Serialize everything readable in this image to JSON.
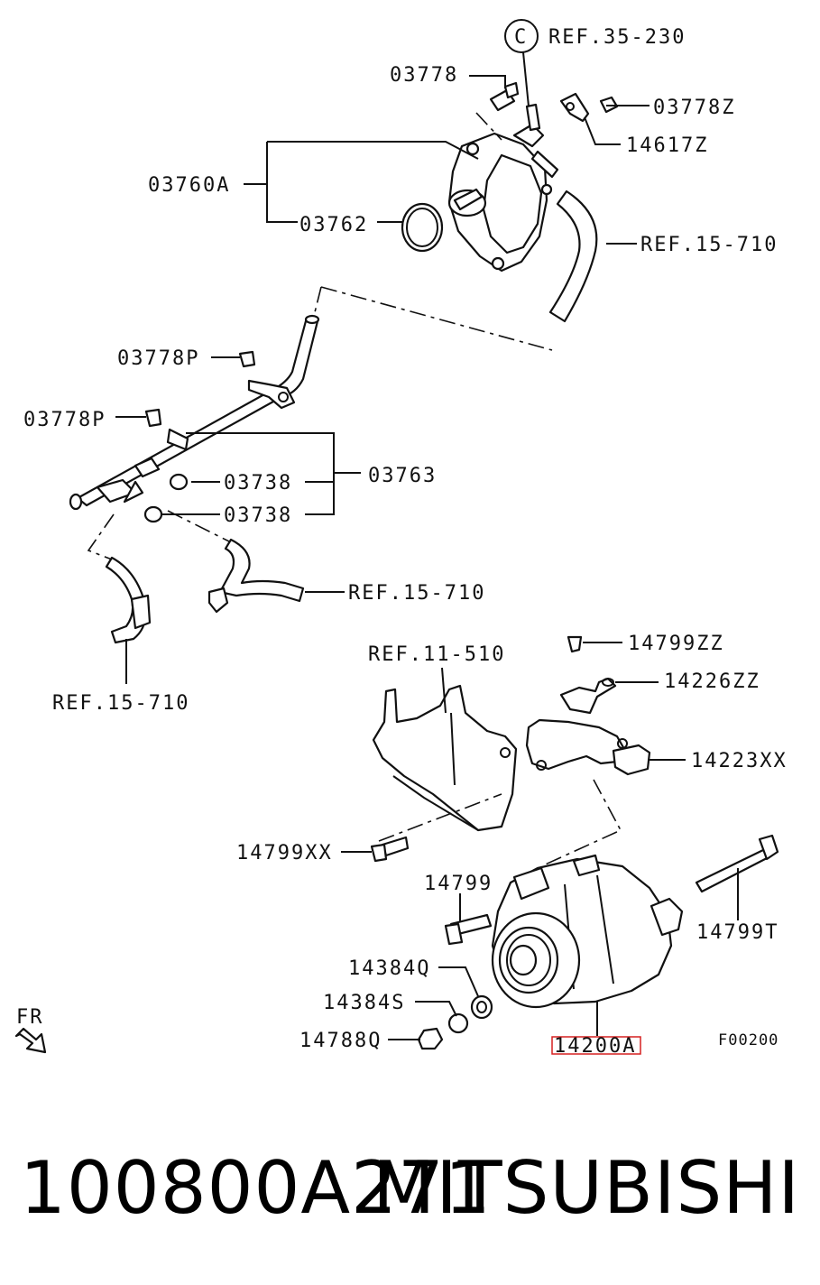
{
  "labels": {
    "ref_35_230": "REF.35-230",
    "circle_c": "C",
    "p03778": "03778",
    "p03778z": "03778Z",
    "p14617z": "14617Z",
    "p03760a": "03760A",
    "p03762": "03762",
    "ref_15_710_top": "REF.15-710",
    "p03778p_1": "03778P",
    "p03778p_2": "03778P",
    "p03738_1": "03738",
    "p03738_2": "03738",
    "p03763": "03763",
    "ref_15_710_mid": "REF.15-710",
    "ref_15_710_left": "REF.15-710",
    "ref_11_510": "REF.11-510",
    "p14799zz": "14799ZZ",
    "p14226zz": "14226ZZ",
    "p14223xx": "14223XX",
    "p14799xx": "14799XX",
    "p14799": "14799",
    "p14799t": "14799T",
    "p14384q": "14384Q",
    "p14384s": "14384S",
    "p14788q": "14788Q",
    "p14200a": "14200A",
    "fr": "FR",
    "drawing_code": "F00200"
  },
  "highlight_color": "#d62020",
  "footer": {
    "part_number": "100800A271",
    "brand": "MITSUBISHI"
  }
}
